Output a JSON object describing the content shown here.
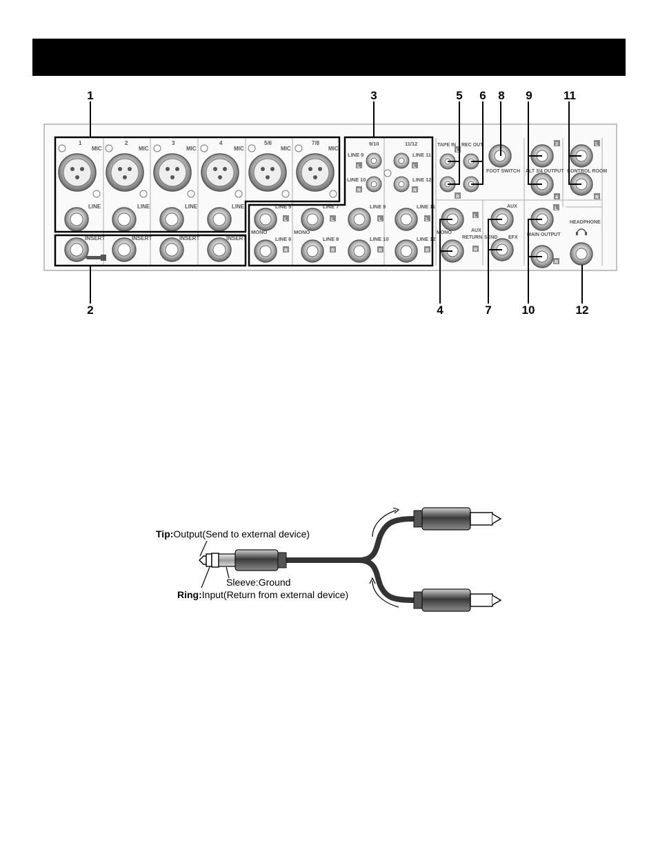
{
  "header": {
    "title": ""
  },
  "callouts": {
    "top": [
      "1",
      "3",
      "5",
      "6",
      "8",
      "9",
      "11"
    ],
    "bottom": [
      "2",
      "4",
      "7",
      "10",
      "12"
    ]
  },
  "panel": {
    "mic_channels": [
      "1",
      "2",
      "3",
      "4",
      "5/6",
      "7/8"
    ],
    "mic_label": "MIC",
    "line_label": "LINE",
    "insert_label": "INSERT",
    "stereo_groups": [
      "9/10",
      "11/12"
    ],
    "rca_labels": [
      "LINE 9",
      "LINE 11",
      "LINE 10",
      "LINE 12"
    ],
    "line_jacks": [
      "LINE 5",
      "LINE 7",
      "LINE 6",
      "LINE 8",
      "LINE 9",
      "LINE 11",
      "LINE 10",
      "LINE 12"
    ],
    "mono_label": "MONO",
    "tape_in": "TAPE IN",
    "rec_out": "REC OUT",
    "foot_switch": "FOOT SWITCH",
    "alt_output": "ALT 3/4 OUTPUT",
    "control_room": "CONTROL ROOM",
    "aux_return": [
      "AUX",
      "RETURN"
    ],
    "send_label": "SEND",
    "aux_label": "AUX",
    "efx_label": "EFX",
    "main_output": "MAIN OUTPUT",
    "headphone": "HEADPHONE",
    "tags": {
      "left": "L",
      "right": "R",
      "three": "3",
      "four": "4"
    }
  },
  "cable": {
    "tip_key": "Tip:",
    "tip_desc": "Output(Send to external device)",
    "sleeve": "Sleeve:Ground",
    "ring_key": "Ring:",
    "ring_desc": "Input(Return from external device)"
  },
  "colors": {
    "bar": "#000000",
    "panel_line": "#888888",
    "jack_gray": "#bdbdbd"
  }
}
